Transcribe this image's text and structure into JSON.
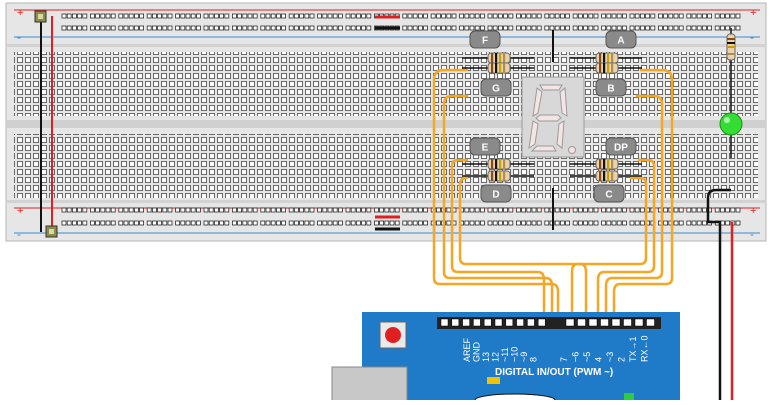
{
  "breadboard": {
    "rail_plus": "+",
    "rail_minus": "-"
  },
  "segment_labels": {
    "a": "A",
    "b": "B",
    "c": "C",
    "d": "D",
    "e": "E",
    "f": "F",
    "g": "G",
    "dp": "DP"
  },
  "arduino": {
    "pins_left": [
      "AREF",
      "GND",
      "13",
      "12",
      "~11",
      "~10",
      "~9",
      "8"
    ],
    "pins_right": [
      "7",
      "~6",
      "~5",
      "4",
      "~3",
      "2",
      "TX→1",
      "RX←0"
    ],
    "header_label": "DIGITAL IN/OUT (PWM ~)"
  },
  "colors": {
    "breadboard": "#e6e6e6",
    "arduino_board": "#1f7ac8",
    "signal_wire": "#f5a623",
    "power_wire": "#e02020",
    "ground_wire": "#111111",
    "led": "#33dd33",
    "display_body": "#d8d8d8",
    "segment_off": "#f4e4e4"
  }
}
